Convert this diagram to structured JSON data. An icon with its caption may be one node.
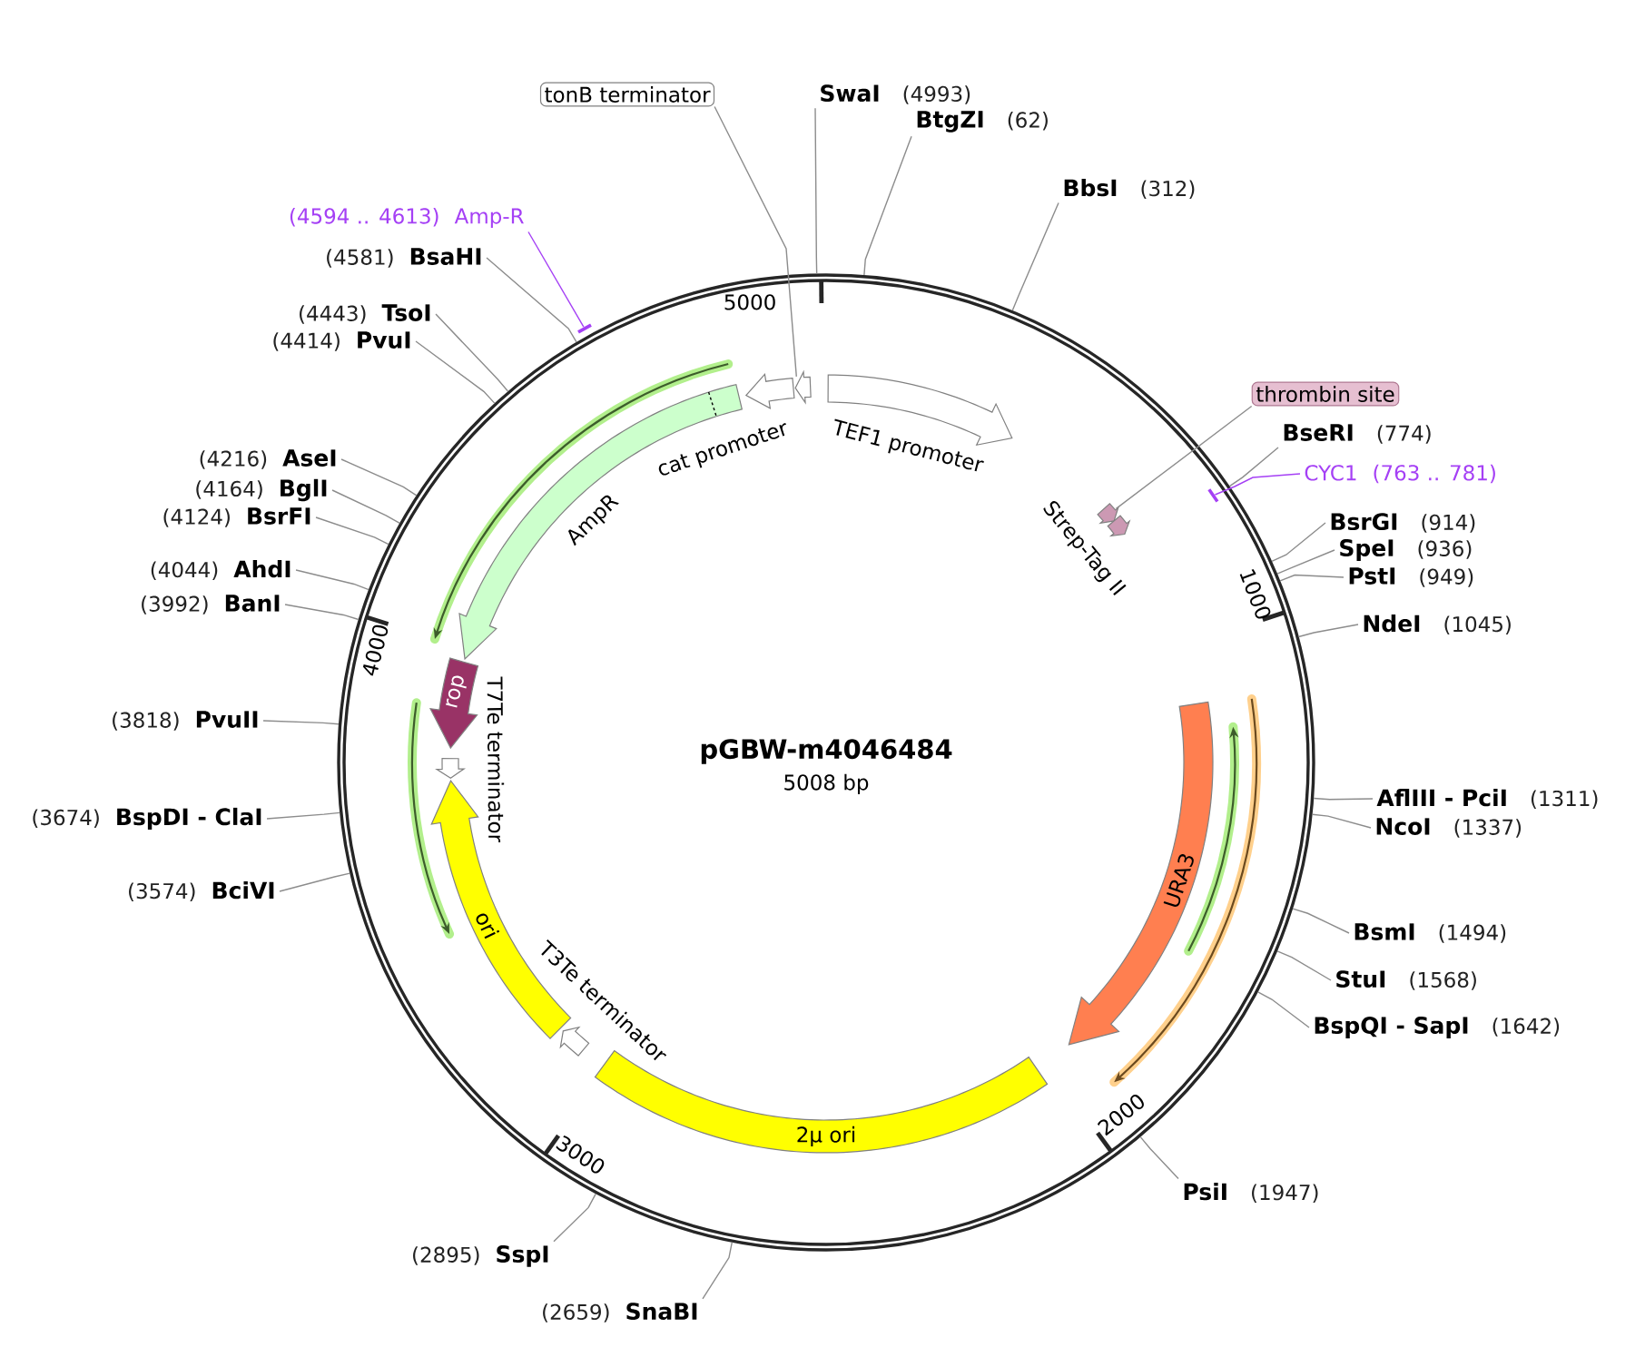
{
  "diagram": {
    "title": "pGBW-m4046484",
    "nodes": [
      {
        "text": [],
        "shape": "circle"
      },
      {
        "text": [
          "tonB terminator"
        ]
      },
      {
        "text": [],
        "shape": "arrow",
        "in": 0
      },
      {
        "text": [],
        "shape": "arrow",
        "in": 0
      },
      {
        "text": [
          "cat promoter"
        ],
        "in": 0
      },
      {
        "text": [
          "AmpR"
        ],
        "in": 0
      },
      {
        "text": [
          "TEF1 promoter"
        ],
        "in": 0
      },
      {
        "text": [
          "thrombin site"
        ]
      },
      {
        "text": [],
        "shape": "arrow",
        "in": 0
      },
      {
        "text": [
          "Strep-Tag II"
        ],
        "in": 0
      },
      {
        "text": [
          "rop"
        ],
        "in": 0
      },
      {
        "text": [
          "T7Te terminator"
        ],
        "in": 0
      },
      {
        "text": [
          "ori"
        ],
        "in": 0
      },
      {
        "text": [
          "T3Te terminator"
        ],
        "in": 0
      },
      {
        "text": [
          "2μ ori"
        ],
        "in": 0
      },
      {
        "text": [
          "URA3"
        ],
        "in": 0
      },
      {
        "text": [
          "(4594 .. 4613)",
          "Amp-R"
        ]
      },
      {
        "text": [],
        "shape": "bar"
      },
      {
        "text": [
          "CYC1",
          "(763 .. 781)"
        ]
      },
      {
        "text": [],
        "shape": "bar",
        "in": 0
      },
      {
        "text": [
          "SwaI",
          "(4993)"
        ]
      },
      {
        "text": [
          "BtgZI",
          "(62)"
        ]
      },
      {
        "text": [
          "BbsI",
          "(312)"
        ]
      },
      {
        "text": [
          "BseRI",
          "(774)"
        ]
      },
      {
        "text": [
          "BsrGI",
          "(914)"
        ]
      },
      {
        "text": [
          "SpeI",
          "(936)"
        ]
      },
      {
        "text": [
          "PstI",
          "(949)"
        ]
      },
      {
        "text": [
          "NdeI",
          "(1045)"
        ]
      },
      {
        "text": [
          "AflIII - PciI",
          "(1311)"
        ]
      },
      {
        "text": [
          "NcoI",
          "(1337)"
        ]
      },
      {
        "text": [
          "BsmI",
          "(1494)"
        ]
      },
      {
        "text": [
          "StuI",
          "(1568)"
        ]
      },
      {
        "text": [
          "BspQI - SapI",
          "(1642)"
        ]
      },
      {
        "text": [
          "PsiI",
          "(1947)"
        ]
      },
      {
        "text": [
          "(2659)",
          "SnaBI"
        ]
      },
      {
        "text": [
          "(2895)",
          "SspI"
        ]
      },
      {
        "text": [
          "(3574)",
          "BciVI"
        ]
      },
      {
        "text": [
          "(3674)",
          "BspDI - ClaI"
        ]
      },
      {
        "text": [
          "(3818)",
          "PvuII"
        ]
      },
      {
        "text": [
          "(3992)",
          "BanI"
        ]
      },
      {
        "text": [
          "(4044)",
          "AhdI"
        ]
      },
      {
        "text": [
          "(4124)",
          "BsrFI"
        ]
      },
      {
        "text": [
          "(4164)",
          "BglI"
        ]
      },
      {
        "text": [
          "(4216)",
          "AseI"
        ]
      },
      {
        "text": [
          "(4414)",
          "PvuI"
        ]
      },
      {
        "text": [
          "(4443)",
          "TsoI"
        ]
      },
      {
        "text": [
          "(4581)",
          "BsaHI"
        ]
      }
    ],
    "edges": [
      {
        "from": 1,
        "to": 2,
        "arrow": "none"
      },
      {
        "from": 7,
        "to": 8,
        "arrow": "none"
      },
      {
        "from": 16,
        "to": 17,
        "arrow": "none",
        "color": "#a540f5"
      },
      {
        "from": 18,
        "to": 19,
        "arrow": "none",
        "color": "#a540f5"
      },
      {
        "from": 20,
        "to": 0,
        "arrow": "none"
      },
      {
        "from": 21,
        "to": 0,
        "arrow": "none"
      },
      {
        "from": 22,
        "to": 0,
        "arrow": "none"
      },
      {
        "from": 23,
        "to": 0,
        "arrow": "none"
      },
      {
        "from": 24,
        "to": 0,
        "arrow": "none"
      },
      {
        "from": 25,
        "to": 0,
        "arrow": "none"
      },
      {
        "from": 26,
        "to": 0,
        "arrow": "none"
      },
      {
        "from": 27,
        "to": 0,
        "arrow": "none"
      },
      {
        "from": 28,
        "to": 0,
        "arrow": "none"
      },
      {
        "from": 29,
        "to": 0,
        "arrow": "none"
      },
      {
        "from": 30,
        "to": 0,
        "arrow": "none"
      },
      {
        "from": 31,
        "to": 0,
        "arrow": "none"
      },
      {
        "from": 32,
        "to": 0,
        "arrow": "none"
      },
      {
        "from": 33,
        "to": 0,
        "arrow": "none"
      },
      {
        "from": 34,
        "to": 0,
        "arrow": "none"
      },
      {
        "from": 35,
        "to": 0,
        "arrow": "none"
      },
      {
        "from": 36,
        "to": 0,
        "arrow": "none"
      },
      {
        "from": 37,
        "to": 0,
        "arrow": "none"
      },
      {
        "from": 38,
        "to": 0,
        "arrow": "none"
      },
      {
        "from": 39,
        "to": 0,
        "arrow": "none"
      },
      {
        "from": 40,
        "to": 0,
        "arrow": "none"
      },
      {
        "from": 41,
        "to": 0,
        "arrow": "none"
      },
      {
        "from": 42,
        "to": 0,
        "arrow": "none"
      },
      {
        "from": 43,
        "to": 0,
        "arrow": "none"
      },
      {
        "from": 44,
        "to": 0,
        "arrow": "none"
      },
      {
        "from": 45,
        "to": 0,
        "arrow": "none"
      },
      {
        "from": 46,
        "to": 0,
        "arrow": "none"
      }
    ],
    "labels": [
      "5000",
      "1000",
      "4000",
      "5008 bp",
      "2000",
      "3000"
    ]
  }
}
